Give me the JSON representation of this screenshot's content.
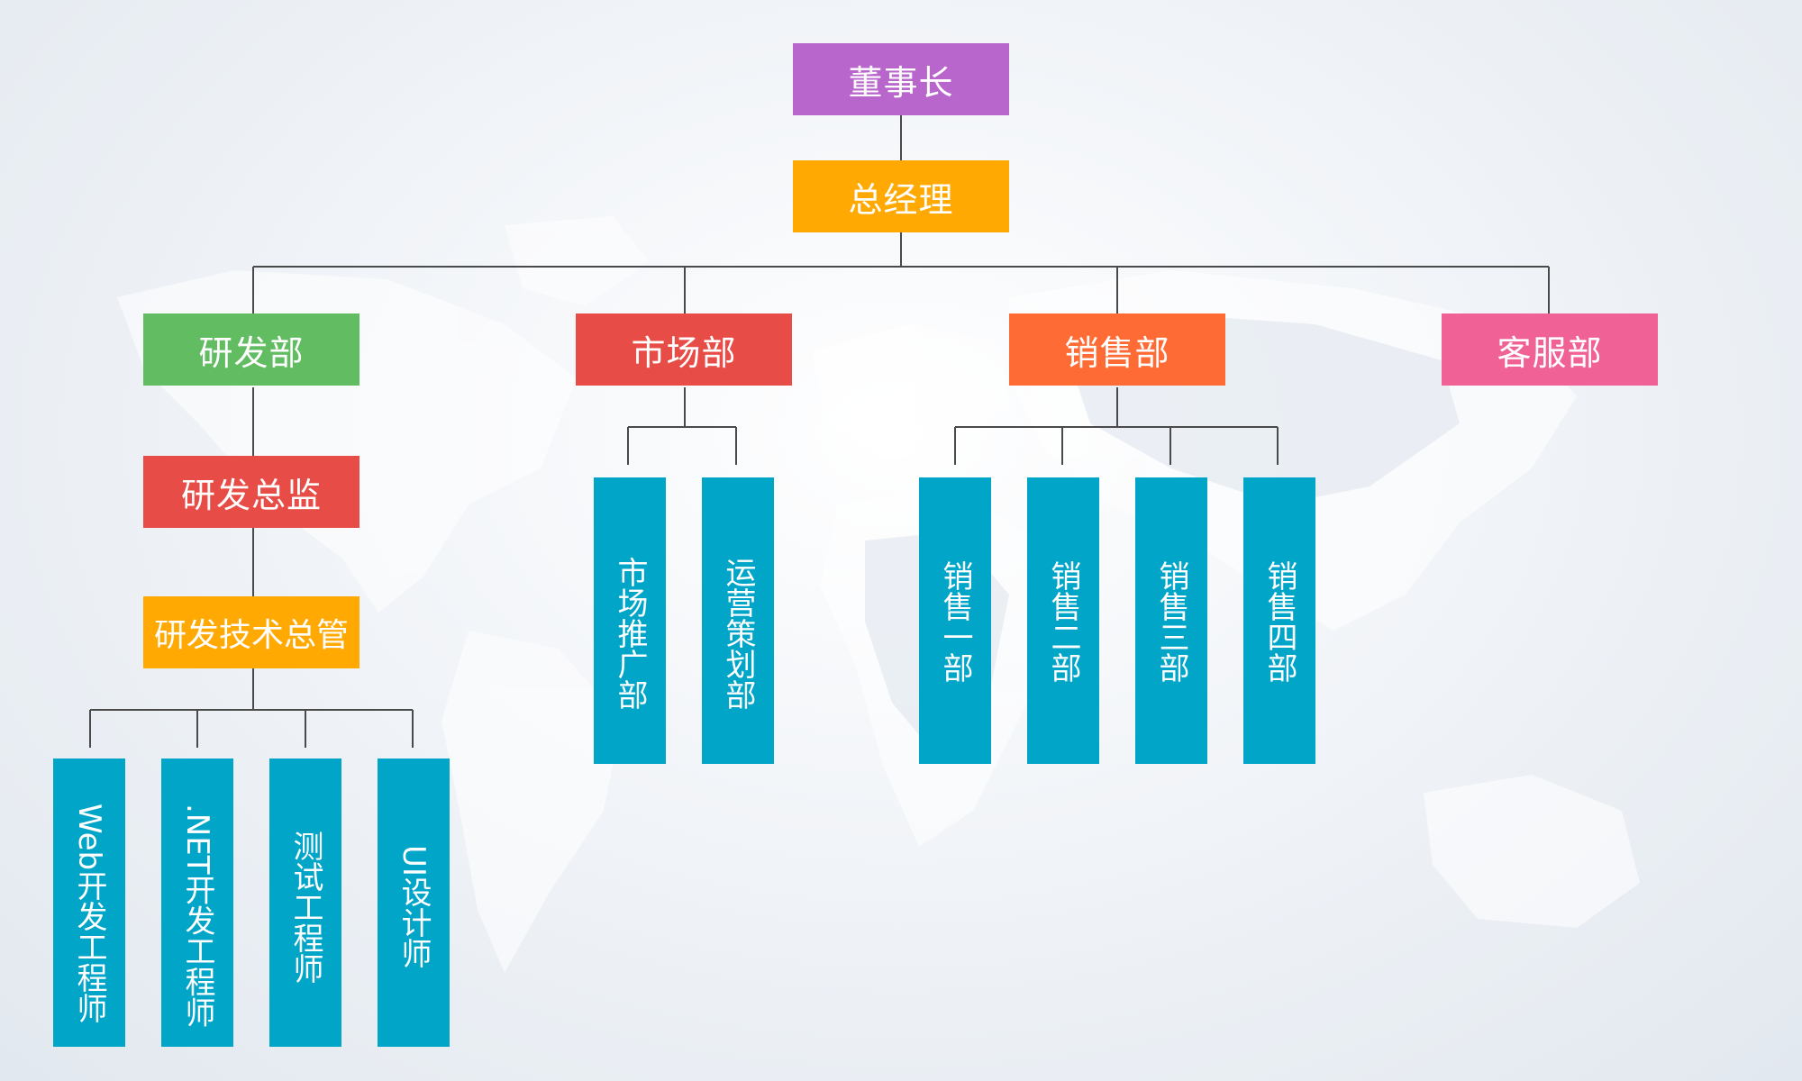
{
  "chairman": {
    "label": "董事长"
  },
  "general_manager": {
    "label": "总经理"
  },
  "departments": {
    "rd": {
      "label": "研发部"
    },
    "marketing": {
      "label": "市场部"
    },
    "sales": {
      "label": "销售部"
    },
    "customer_service": {
      "label": "客服部"
    }
  },
  "rd": {
    "director": {
      "label": "研发总监"
    },
    "tech_manager": {
      "label": "研发技术总管"
    },
    "roles": [
      {
        "label": "Web开发工程师"
      },
      {
        "label": ".NET开发工程师"
      },
      {
        "label": "测试工程师"
      },
      {
        "label": "UI设计师"
      }
    ]
  },
  "marketing": {
    "units": [
      {
        "label": "市场推广部"
      },
      {
        "label": "运营策划部"
      }
    ]
  },
  "sales": {
    "units": [
      {
        "label": "销售一部"
      },
      {
        "label": "销售二部"
      },
      {
        "label": "销售三部"
      },
      {
        "label": "销售四部"
      }
    ]
  },
  "colors": {
    "chairman": "#b966cc",
    "general_manager": "#ffa902",
    "rd": "#62bc62",
    "marketing": "#e84c46",
    "sales": "#ff6b35",
    "customer_service": "#f06195",
    "rd_director": "#e84c46",
    "rd_tech_manager": "#ffa902",
    "leaf": "#00a5c8",
    "connector": "#4a4a4a"
  }
}
